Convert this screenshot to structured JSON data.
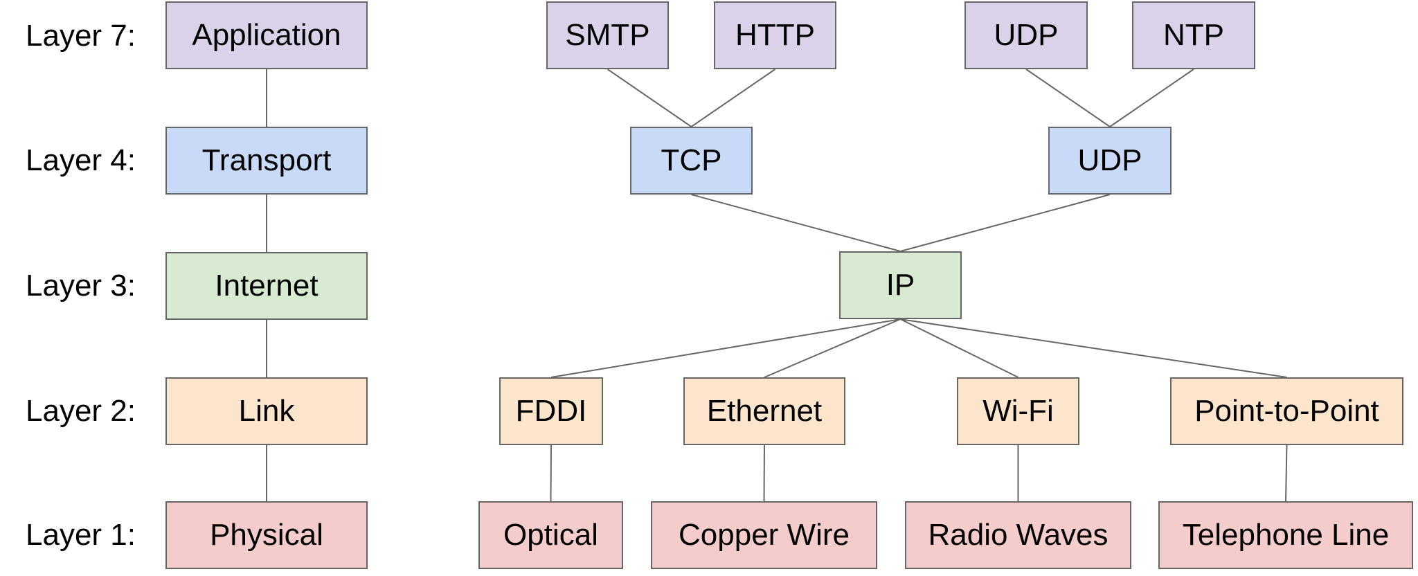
{
  "colors": {
    "layer7": "#d9d2e9",
    "layer4": "#c9daf8",
    "layer3": "#d9ead3",
    "layer2": "#fce5cd",
    "layer1": "#f4cccc",
    "border": "#666666",
    "connector": "#666666"
  },
  "layer_labels": [
    "Layer 7:",
    "Layer 4:",
    "Layer 3:",
    "Layer 2:",
    "Layer 1:"
  ],
  "model_stack": [
    "Application",
    "Transport",
    "Internet",
    "Link",
    "Physical"
  ],
  "protocols": {
    "layer7": [
      "SMTP",
      "HTTP",
      "UDP",
      "NTP"
    ],
    "layer4": [
      "TCP",
      "UDP"
    ],
    "layer3": [
      "IP"
    ],
    "layer2": [
      "FDDI",
      "Ethernet",
      "Wi-Fi",
      "Point-to-Point"
    ],
    "layer1": [
      "Optical",
      "Copper Wire",
      "Radio Waves",
      "Telephone Line"
    ]
  },
  "connections": [
    [
      "SMTP",
      "TCP"
    ],
    [
      "HTTP",
      "TCP"
    ],
    [
      "UDP (L7)",
      "UDP"
    ],
    [
      "NTP",
      "UDP"
    ],
    [
      "TCP",
      "IP"
    ],
    [
      "UDP",
      "IP"
    ],
    [
      "IP",
      "FDDI"
    ],
    [
      "IP",
      "Ethernet"
    ],
    [
      "IP",
      "Wi-Fi"
    ],
    [
      "IP",
      "Point-to-Point"
    ],
    [
      "FDDI",
      "Optical"
    ],
    [
      "Ethernet",
      "Copper Wire"
    ],
    [
      "Wi-Fi",
      "Radio Waves"
    ],
    [
      "Point-to-Point",
      "Telephone Line"
    ],
    [
      "Application",
      "Transport"
    ],
    [
      "Transport",
      "Internet"
    ],
    [
      "Internet",
      "Link"
    ],
    [
      "Link",
      "Physical"
    ]
  ]
}
